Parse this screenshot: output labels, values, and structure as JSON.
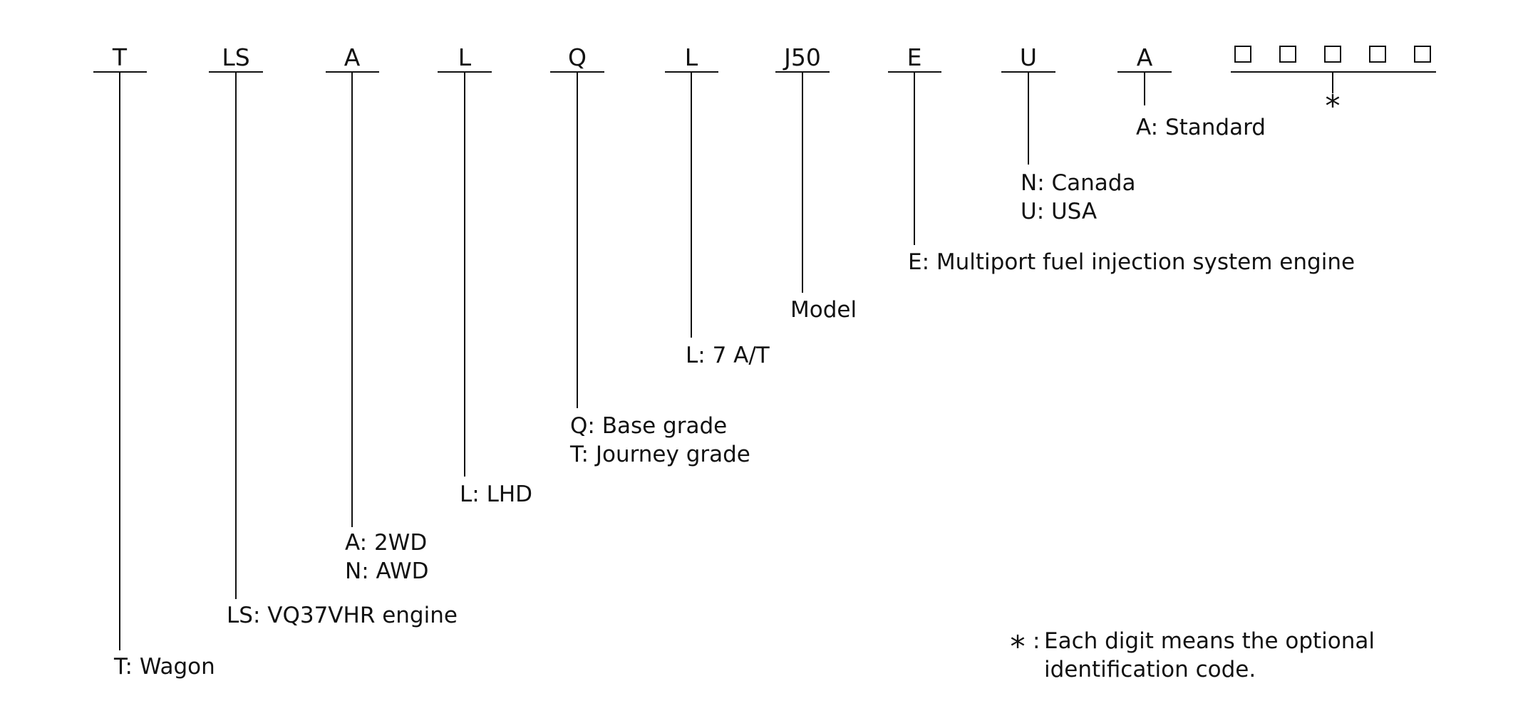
{
  "codes": [
    {
      "code": "T",
      "lines": [
        "T: Wagon"
      ]
    },
    {
      "code": "LS",
      "lines": [
        "LS: VQ37VHR engine"
      ]
    },
    {
      "code": "A",
      "lines": [
        "A: 2WD",
        "N: AWD"
      ]
    },
    {
      "code": "L",
      "lines": [
        "L: LHD"
      ]
    },
    {
      "code": "Q",
      "lines": [
        "Q: Base grade",
        "T: Journey grade"
      ]
    },
    {
      "code": "L",
      "lines": [
        "L: 7 A/T"
      ]
    },
    {
      "code": "J50",
      "lines": [
        "Model"
      ]
    },
    {
      "code": "E",
      "lines": [
        "E: Multiport fuel injection system engine"
      ]
    },
    {
      "code": "U",
      "lines": [
        "N: Canada",
        "U: USA"
      ]
    },
    {
      "code": "A",
      "lines": [
        "A: Standard"
      ]
    }
  ],
  "optional_digits": {
    "count": 5,
    "marker": "*"
  },
  "footnote": {
    "marker": "*",
    "separator": ":",
    "lines": [
      "Each digit means the optional",
      "identification code."
    ]
  }
}
